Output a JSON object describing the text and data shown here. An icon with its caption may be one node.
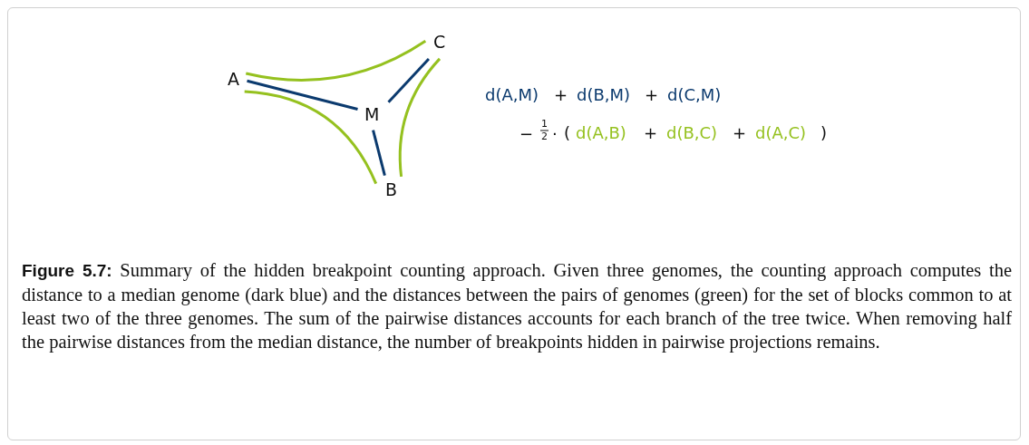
{
  "diagram": {
    "caption": "**Figure 5.7:** Summary of the hidden breakpoint counting approach. Given three genomes, the counting approach computes the distance to a median genome (dark blue) and the distances between the pairs of genomes (green) for the set of blocks common to at least two of the three genomes. The sum of the pairwise distances accounts for each branch of the tree twice. When removing half the pairwise distances from the median distance, the number of breakpoints hidden in pairwise projections remains.",
    "nodes": [
      {
        "text": [
          "A"
        ]
      },
      {
        "text": [
          "C"
        ]
      },
      {
        "text": [
          "M"
        ]
      },
      {
        "text": [
          "B"
        ]
      }
    ],
    "edges": [
      {
        "from": 0,
        "to": 2,
        "arrow": "none",
        "color": "#0b3a6e"
      },
      {
        "from": 1,
        "to": 2,
        "arrow": "none",
        "color": "#0b3a6e"
      },
      {
        "from": 3,
        "to": 2,
        "arrow": "none",
        "color": "#0b3a6e"
      },
      {
        "from": 0,
        "to": 1,
        "arrow": "none",
        "color": "#95c11f"
      },
      {
        "from": 0,
        "to": 3,
        "arrow": "none",
        "color": "#95c11f"
      },
      {
        "from": 3,
        "to": 1,
        "arrow": "none",
        "color": "#95c11f"
      }
    ],
    "labels": [
      "d(A,M)",
      "+",
      "d(B,M)",
      "+",
      "d(C,M)",
      "−",
      "1",
      "2",
      "·",
      "(",
      "d(A,B)",
      "+",
      "d(B,C)",
      "+",
      "d(A,C)",
      ")"
    ]
  }
}
